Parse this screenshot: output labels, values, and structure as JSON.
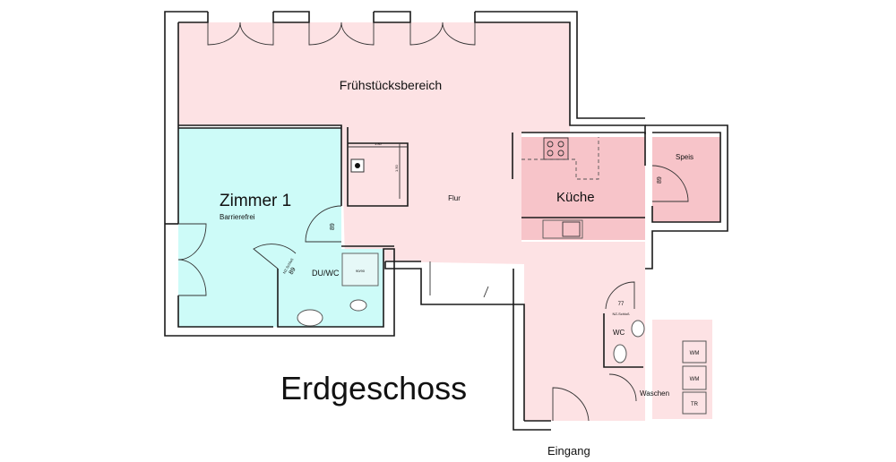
{
  "title": "Erdgeschoss",
  "colors": {
    "public_area": "#fde2e4",
    "kitchen": "#f7c4c9",
    "room": "#cdfbf8",
    "wall": "#1a1a1a"
  },
  "rooms": {
    "breakfast": {
      "label": "Frühstücksbereich"
    },
    "room1": {
      "label": "Zimmer 1",
      "sublabel": "Barrierefrei",
      "door_width": "89"
    },
    "bath1": {
      "label": "DU/WC",
      "door_width": "89",
      "door_lock": "NZ-Schloß",
      "shower": "90/90"
    },
    "hall": {
      "label": "Flur",
      "dim_width": "1.80",
      "dim_depth": "1.50"
    },
    "kitchen": {
      "label": "Küche",
      "door_width": "89"
    },
    "pantry": {
      "label": "Speis"
    },
    "wc": {
      "label": "WC",
      "door_width": "77",
      "door_lock": "NZ-Schloß"
    },
    "laundry": {
      "label": "Waschen",
      "appliances": [
        "WM",
        "WM",
        "TR"
      ]
    },
    "entrance": {
      "label": "Eingang"
    }
  }
}
